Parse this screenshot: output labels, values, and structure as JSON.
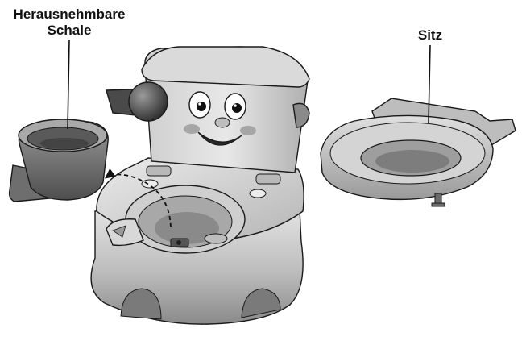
{
  "labels": {
    "bowl_line1": "Herausnehmbare",
    "bowl_line2": "Schale",
    "seat": "Sitz"
  },
  "colors": {
    "plastic_light": "#dcdcdc",
    "plastic_mid": "#bdbdbd",
    "plastic_dark": "#8e8e8e",
    "plastic_shadow": "#5a5a5a",
    "outline": "#1a1a1a"
  }
}
